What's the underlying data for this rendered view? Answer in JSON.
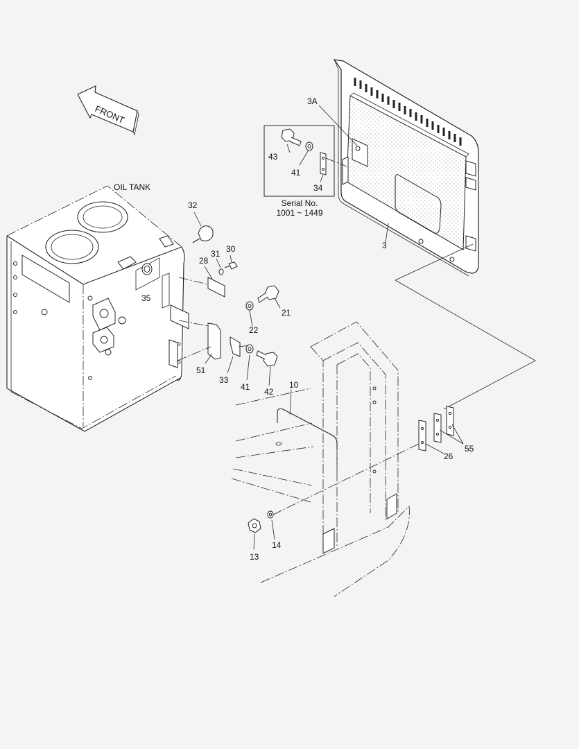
{
  "front_label": "FRONT",
  "oil_tank_label": "OIL TANK",
  "serial_label": "Serial No.",
  "serial_range": "1001 ~ 1449",
  "callouts": {
    "c3A": "3A",
    "c43": "43",
    "c41_inset": "41",
    "c34": "34",
    "c3": "3",
    "c32": "32",
    "c31": "31",
    "c30": "30",
    "c28": "28",
    "c35": "35",
    "c21": "21",
    "c22": "22",
    "c51": "51",
    "c33": "33",
    "c41": "41",
    "c42": "42",
    "c10": "10",
    "c26": "26",
    "c55": "55",
    "c13": "13",
    "c14": "14"
  }
}
